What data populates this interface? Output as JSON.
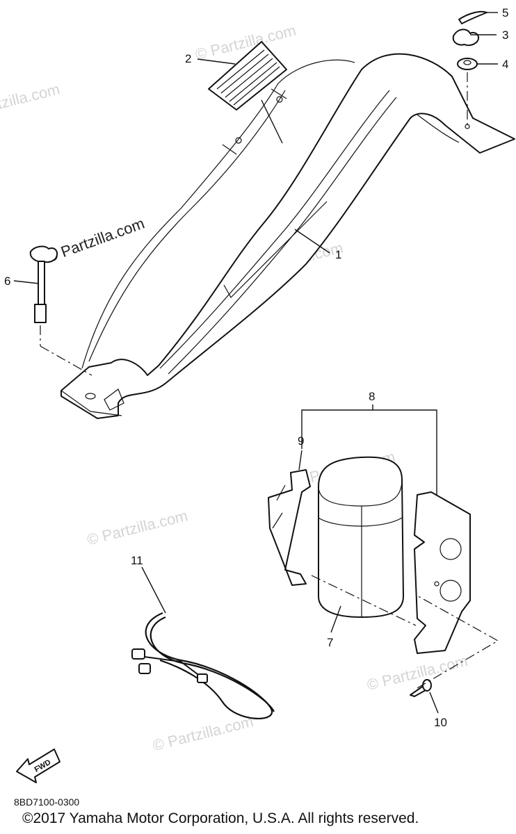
{
  "watermark": "© Partzilla.com",
  "watermark_overlay": "© Partzilla.com",
  "callouts": [
    "1",
    "2",
    "3",
    "4",
    "5",
    "6",
    "7",
    "8",
    "9",
    "10",
    "11"
  ],
  "fwd_label": "FWD",
  "diagram_code": "8BD7100-0300",
  "copyright": "©2017 Yamaha Motor Corporation, U.S.A. All rights reserved."
}
